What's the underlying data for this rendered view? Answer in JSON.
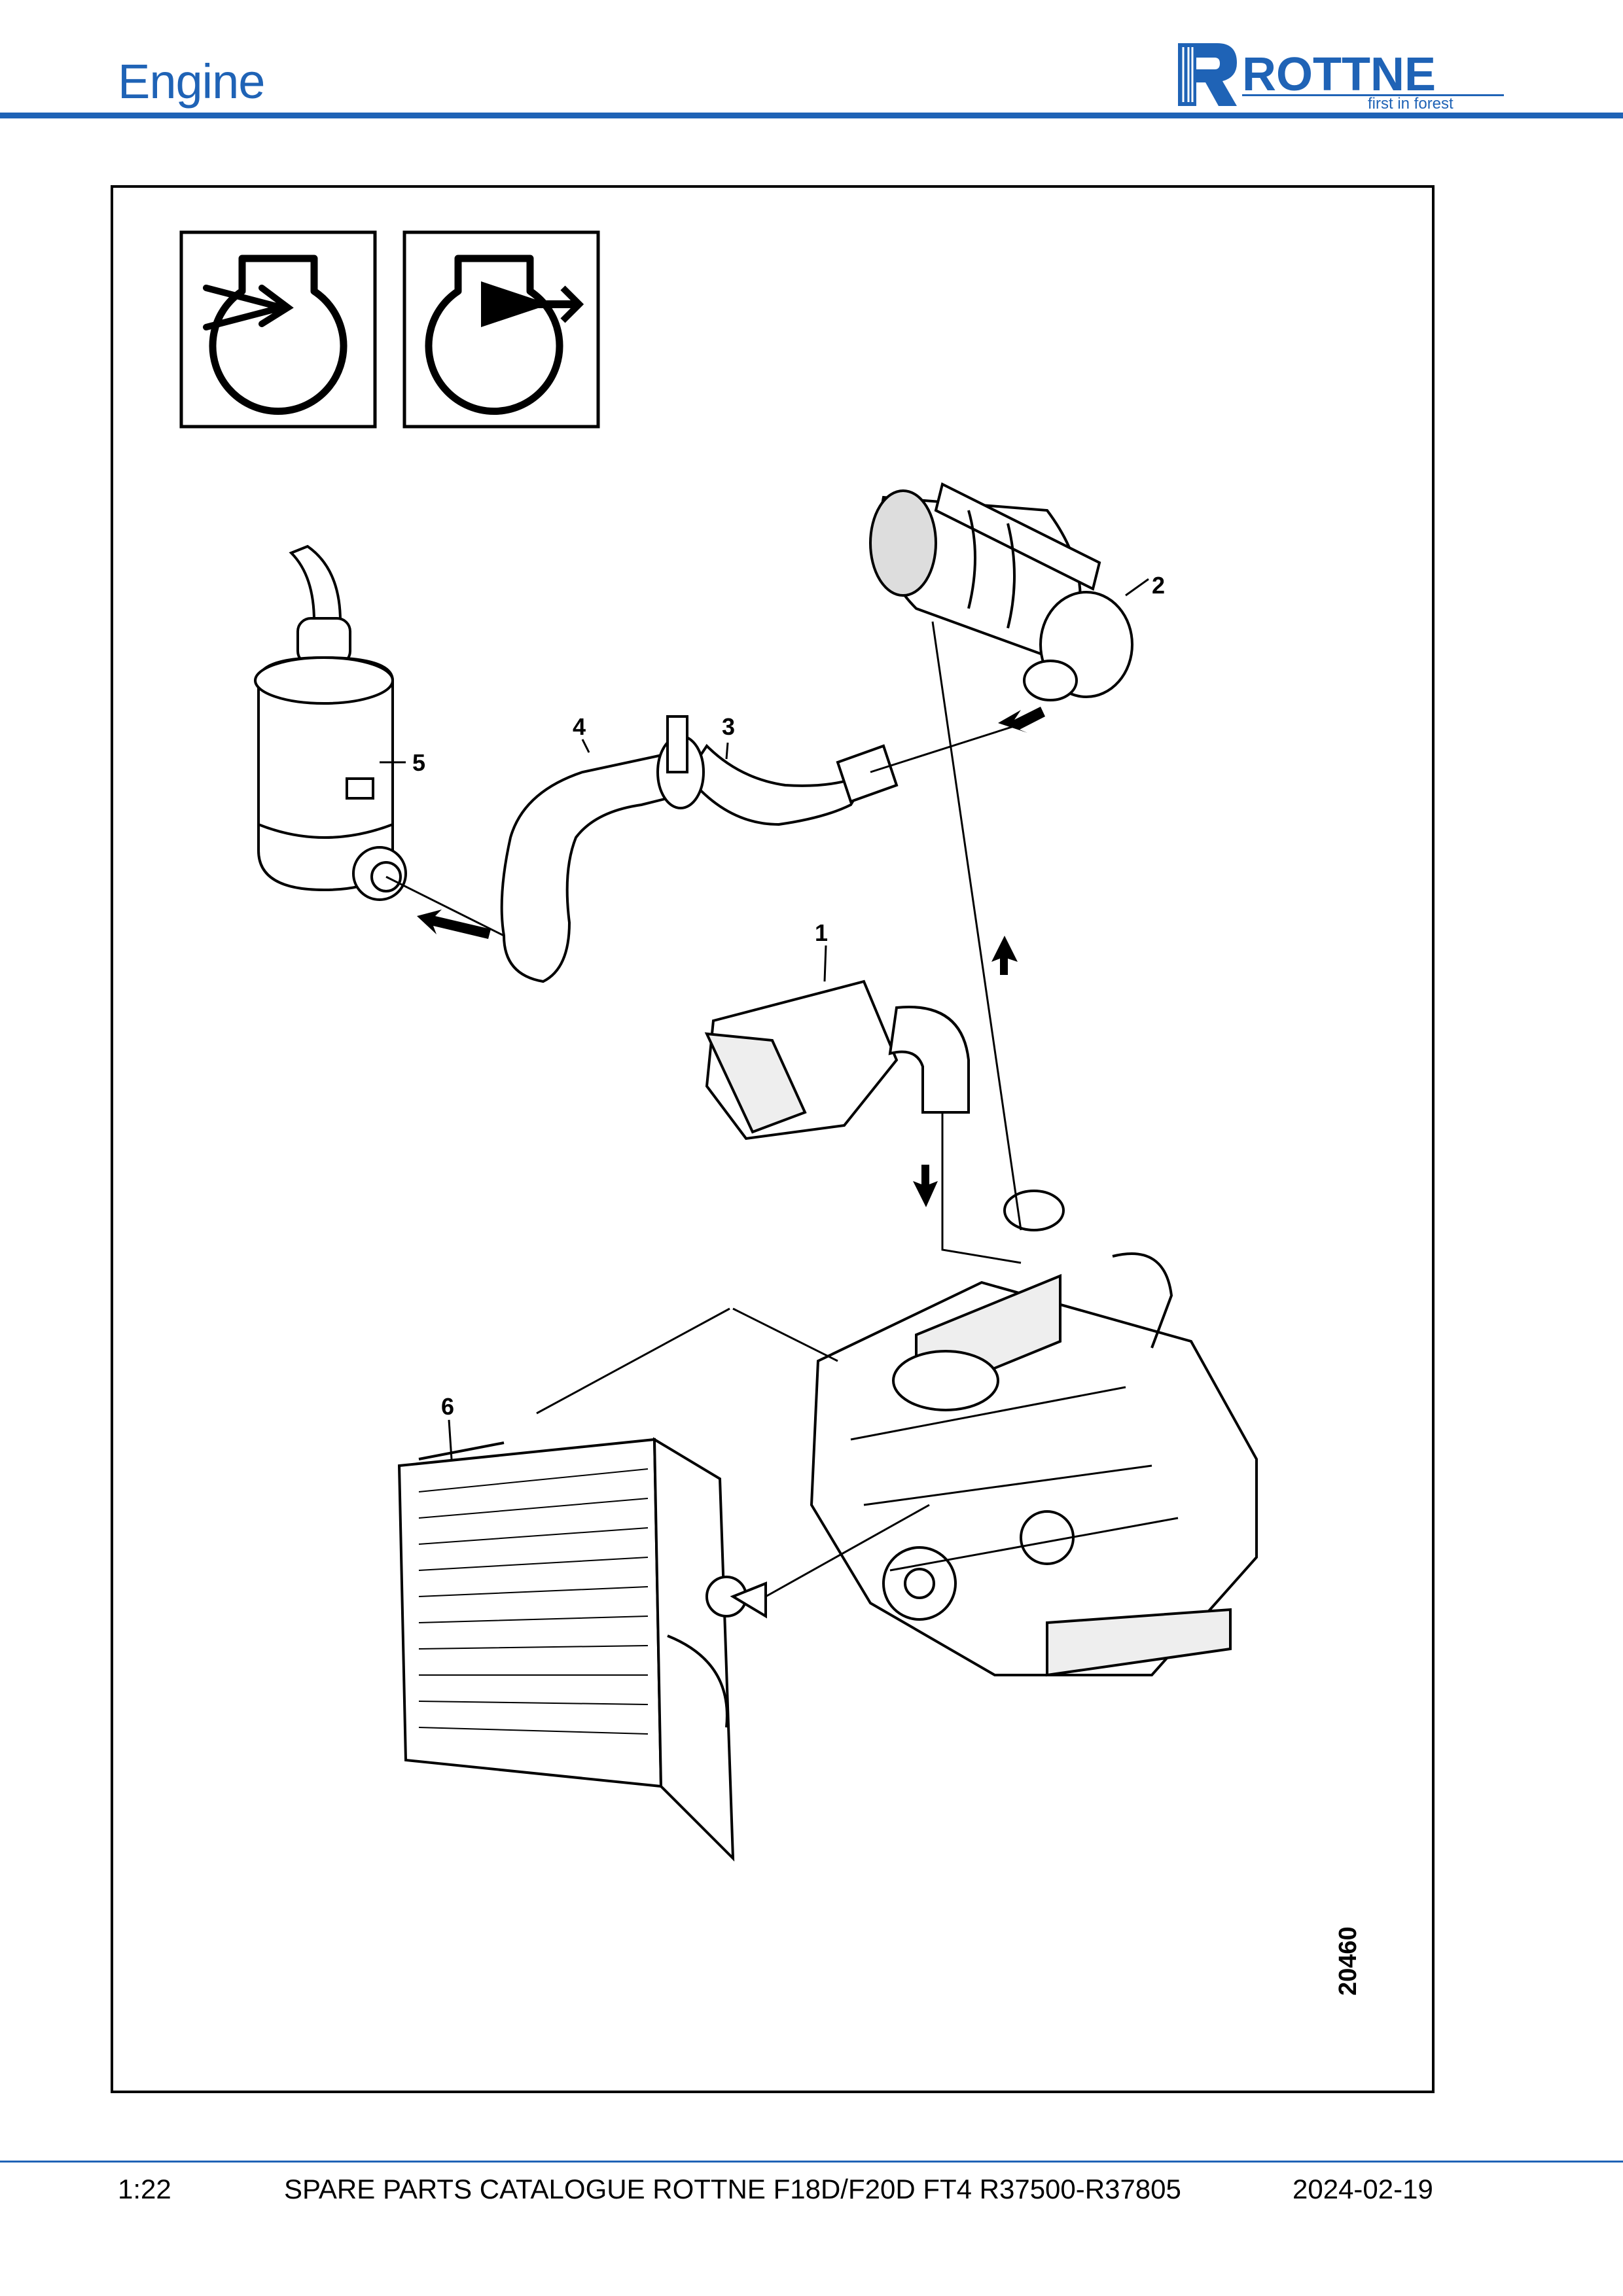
{
  "header": {
    "title": "Engine",
    "logo": {
      "name": "ROTTNE",
      "tagline": "first in forest"
    }
  },
  "figure": {
    "figure_number": "20460",
    "icons": [
      "air-intake-icon",
      "exhaust-outlet-icon"
    ],
    "callouts": [
      "1",
      "2",
      "3",
      "4",
      "5",
      "6"
    ]
  },
  "footer": {
    "page": "1:22",
    "catalogue": "SPARE PARTS CATALOGUE ROTTNE F18D/F20D FT4 R37500-R37805",
    "date": "2024-02-19"
  },
  "colors": {
    "accent": "#1f63b6",
    "line": "#000000"
  }
}
